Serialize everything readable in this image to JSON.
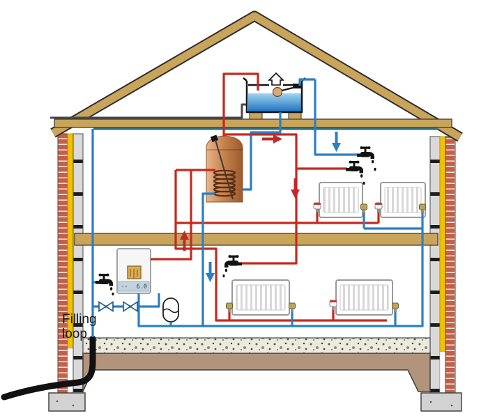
{
  "labels": {
    "filling_loop": "Filling\nloop"
  },
  "boiler": {
    "display_value": "6.0"
  },
  "colors": {
    "pipe_hot": "#c5291f",
    "pipe_cold": "#2b7fc2",
    "pipe_mains": "#2e6f7e",
    "pipe_overflow": "#4a4a4a",
    "pipe_black": "#111111",
    "arrow_hot": "#c0282a",
    "arrow_cold": "#2b7fc2",
    "wood": "#c9a55b",
    "brick": "#c2604a",
    "mortar": "#efe3da",
    "insulation": "#f2c100",
    "block": "#d9d9d9"
  },
  "components": [
    "roof-rafters",
    "ceiling-joist",
    "first-floor-beam",
    "cavity-wall-left",
    "cavity-wall-right",
    "foundation-left",
    "foundation-right",
    "concrete-floor-slab",
    "hardcore-fill",
    "header-tank",
    "float-valve",
    "tank-vent-lid",
    "overflow-pipe",
    "vent-pipe",
    "hot-water-cylinder",
    "heating-coil",
    "boiler",
    "expansion-vessel",
    "filling-loop-valves",
    "radiator-upstairs-left",
    "radiator-upstairs-right",
    "radiator-downstairs-left",
    "radiator-downstairs-right",
    "thermostatic-radiator-valves",
    "lockshield-valves",
    "kitchen-cold-tap",
    "bathroom-cold-tap",
    "bathroom-hot-tap",
    "downstairs-hot-tap",
    "mains-water-pipe",
    "rising-main",
    "flow-arrows"
  ]
}
